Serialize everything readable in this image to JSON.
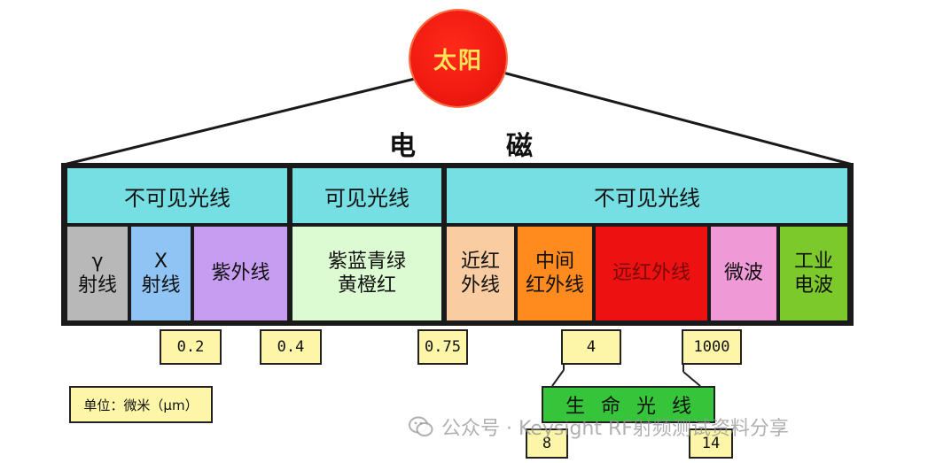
{
  "sun": "太阳",
  "title": "电　磁　波",
  "categories": [
    {
      "label": "不可见光线",
      "color": "#76dfe4"
    },
    {
      "label": "可见光线",
      "color": "#76dfe4"
    },
    {
      "label": "不可见光线",
      "color": "#76dfe4"
    }
  ],
  "bands": [
    {
      "label": "γ\n射线",
      "color": "#b8b8b8"
    },
    {
      "label": "X\n射线",
      "color": "#8fc4f5"
    },
    {
      "label": "紫外线",
      "color": "#c79df2"
    },
    {
      "label": "紫蓝青绿\n黄橙红",
      "color": "#ddfbd2"
    },
    {
      "label": "近红\n外线",
      "color": "#f9cca2"
    },
    {
      "label": "中间\n红外线",
      "color": "#ff8a1e"
    },
    {
      "label": "远红外线",
      "color": "#ee1111"
    },
    {
      "label": "微波",
      "color": "#ef9ad6"
    },
    {
      "label": "工业\n电波",
      "color": "#7bc92a"
    }
  ],
  "wavelengths": [
    "0.2",
    "0.4",
    "0.75",
    "4",
    "1000"
  ],
  "unit": "单位：微米（μm）",
  "life_rays": {
    "label": "生命光线",
    "from": "8",
    "to": "14"
  },
  "watermark": "公众号 · Keysight RF射频测试资料分享",
  "colors": {
    "sun": "#f01a10",
    "sun_text": "#ffe45a",
    "box_fill": "#fdf6a8",
    "life_fill": "#35c43a"
  }
}
